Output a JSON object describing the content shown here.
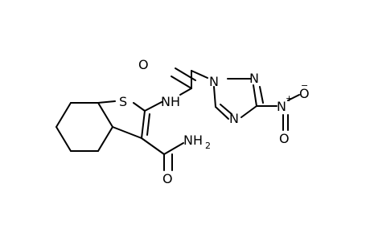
{
  "molecule": {
    "atoms": {
      "S": "S",
      "NH": "NH",
      "O_amide": "O",
      "N1": "N",
      "N2": "N",
      "N4": "N",
      "N_nitro": "N",
      "N_nitro_charge": "+",
      "O_nitro_top": "O",
      "O_nitro_top_charge": "−",
      "O_nitro_bottom": "O",
      "NH2_N": "NH",
      "NH2_sub": "2",
      "O_carbox": "O"
    }
  }
}
